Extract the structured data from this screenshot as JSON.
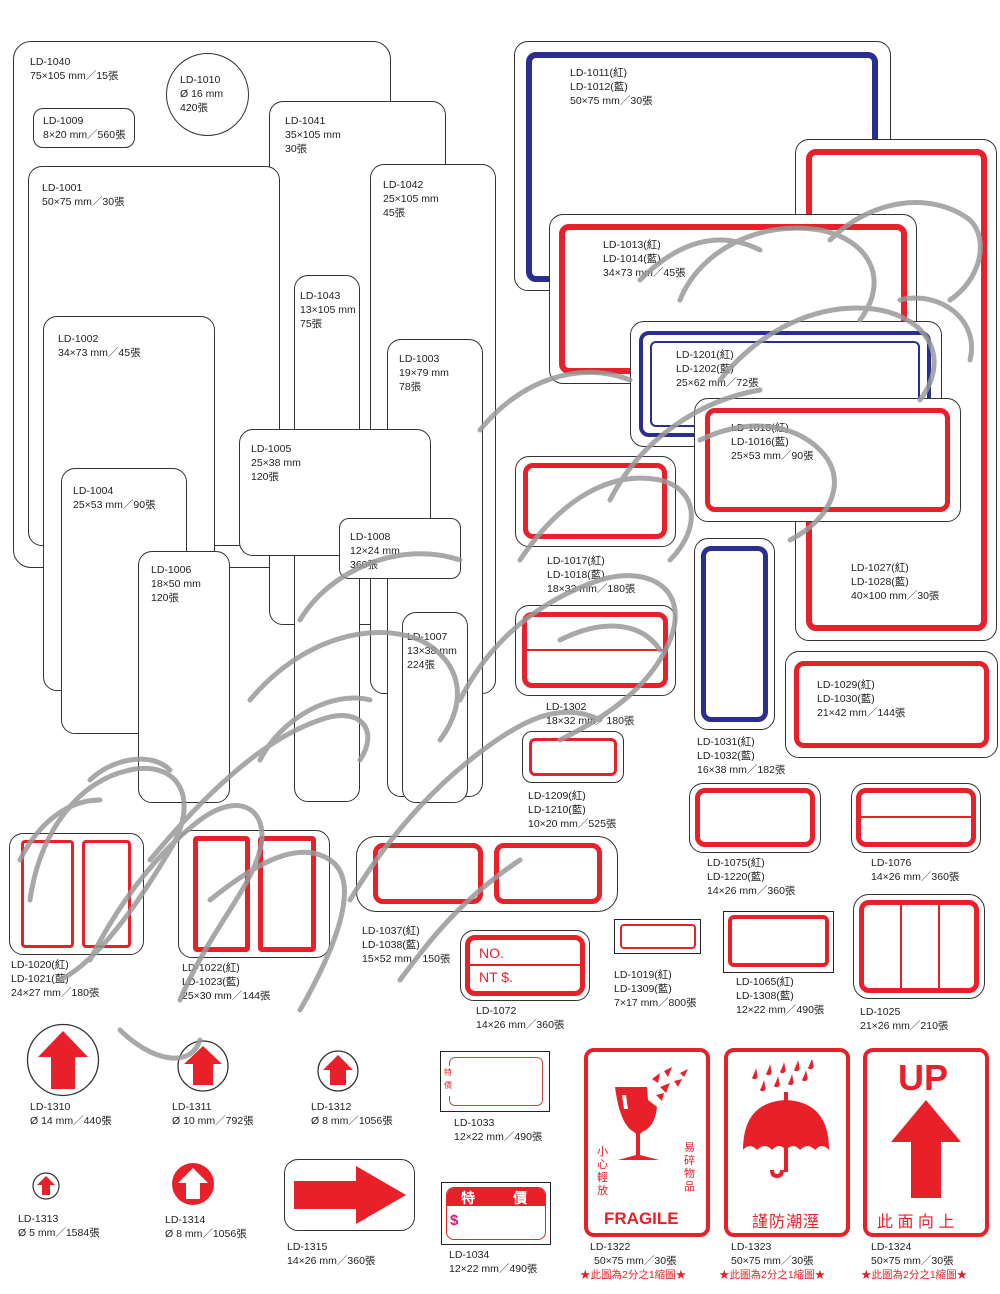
{
  "colors": {
    "red": "#e8202a",
    "blue": "#2a2f8f",
    "outline": "#333333",
    "watermark": "#9a9a9a"
  },
  "labels": {
    "ld1040": {
      "code": "LD-1040",
      "spec": "75×105 mm／15張"
    },
    "ld1010": {
      "code": "LD-1010",
      "size": "Ø 16 mm",
      "qty": "420張"
    },
    "ld1009": {
      "code": "LD-1009",
      "spec": "8×20 mm／560張"
    },
    "ld1041": {
      "code": "LD-1041",
      "size": "35×105 mm",
      "qty": "30張"
    },
    "ld1042": {
      "code": "LD-1042",
      "size": "25×105 mm",
      "qty": "45張"
    },
    "ld1001": {
      "code": "LD-1001",
      "spec": "50×75 mm／30張"
    },
    "ld1043": {
      "code": "LD-1043",
      "size": "13×105 mm",
      "qty": "75張"
    },
    "ld1002": {
      "code": "LD-1002",
      "spec": "34×73 mm／45張"
    },
    "ld1003": {
      "code": "LD-1003",
      "size": "19×79 mm",
      "qty": "78張"
    },
    "ld1005": {
      "code": "LD-1005",
      "size": "25×38 mm",
      "qty": "120張"
    },
    "ld1004": {
      "code": "LD-1004",
      "spec": "25×53 mm／90張"
    },
    "ld1008": {
      "code": "LD-1008",
      "size": "12×24 mm",
      "qty": "360張"
    },
    "ld1006": {
      "code": "LD-1006",
      "size": "18×50 mm",
      "qty": "120張"
    },
    "ld1007": {
      "code": "LD-1007",
      "size": "13×38 mm",
      "qty": "224張"
    },
    "ld1011": {
      "code1": "LD-1011(紅)",
      "code2": "LD-1012(藍)",
      "spec": "50×75 mm／30張"
    },
    "ld1013": {
      "code1": "LD-1013(紅)",
      "code2": "LD-1014(藍)",
      "spec": "34×73 mm／45張"
    },
    "ld1201": {
      "code1": "LD-1201(紅)",
      "code2": "LD-1202(藍)",
      "spec": "25×62 mm／72張"
    },
    "ld1015": {
      "code1": "LD-1015(紅)",
      "code2": "LD-1016(藍)",
      "spec": "25×53 mm／90張"
    },
    "ld1017": {
      "code1": "LD-1017(紅)",
      "code2": "LD-1018(藍)",
      "spec": "18×32 mm／180張"
    },
    "ld1027": {
      "code1": "LD-1027(紅)",
      "code2": "LD-1028(藍)",
      "spec": "40×100 mm／30張"
    },
    "ld1302": {
      "code": "LD-1302",
      "spec": "18×32 mm／180張"
    },
    "ld1029": {
      "code1": "LD-1029(紅)",
      "code2": "LD-1030(藍)",
      "spec": "21×42 mm／144張"
    },
    "ld1031": {
      "code1": "LD-1031(紅)",
      "code2": "LD-1032(藍)",
      "spec": "16×38 mm／182張"
    },
    "ld1209": {
      "code1": "LD-1209(紅)",
      "code2": "LD-1210(藍)",
      "spec": "10×20 mm／525張"
    },
    "ld1075": {
      "code1": "LD-1075(紅)",
      "code2": "LD-1220(藍)",
      "spec": "14×26 mm／360張"
    },
    "ld1076": {
      "code": "LD-1076",
      "spec": "14×26 mm／360張"
    },
    "ld1020": {
      "code1": "LD-1020(紅)",
      "code2": "LD-1021(藍)",
      "spec": "24×27 mm／180張"
    },
    "ld1022": {
      "code1": "LD-1022(紅)",
      "code2": "LD-1023(藍)",
      "spec": "25×30 mm／144張"
    },
    "ld1037": {
      "code1": "LD-1037(紅)",
      "code2": "LD-1038(藍)",
      "spec": "15×52 mm／150張"
    },
    "ld1072": {
      "code": "LD-1072",
      "spec": "14×26 mm／360張",
      "line1": "NO.",
      "line2": "NT $."
    },
    "ld1019": {
      "code1": "LD-1019(紅)",
      "code2": "LD-1309(藍)",
      "spec": "7×17 mm／800張"
    },
    "ld1065": {
      "code1": "LD-1065(紅)",
      "code2": "LD-1308(藍)",
      "spec": "12×22 mm／490張"
    },
    "ld1025": {
      "code": "LD-1025",
      "spec": "21×26 mm／210張"
    },
    "ld1310": {
      "code": "LD-1310",
      "spec": "Ø 14 mm／440張"
    },
    "ld1311": {
      "code": "LD-1311",
      "spec": "Ø 10 mm／792張"
    },
    "ld1312": {
      "code": "LD-1312",
      "spec": "Ø 8 mm／1056張"
    },
    "ld1033": {
      "code": "LD-1033",
      "spec": "12×22 mm／490張",
      "mark1": "特",
      "mark2": "價"
    },
    "ld1313": {
      "code": "LD-1313",
      "spec": "Ø 5 mm／1584張"
    },
    "ld1314": {
      "code": "LD-1314",
      "spec": "Ø 8 mm／1056張"
    },
    "ld1315": {
      "code": "LD-1315",
      "spec": "14×26 mm／360張"
    },
    "ld1034": {
      "code": "LD-1034",
      "spec": "12×22 mm／490張",
      "head1": "特",
      "head2": "價",
      "dollar": "$"
    },
    "ld1322": {
      "code": "LD-1322",
      "spec": "50×75 mm／30張",
      "note": "★此圖為2分之1縮圖★",
      "word": "FRAGILE",
      "left": "小心輕放",
      "right": "易碎物品"
    },
    "ld1323": {
      "code": "LD-1323",
      "spec": "50×75 mm／30張",
      "note": "★此圖為2分之1縮圖★",
      "word": "謹防潮溼"
    },
    "ld1324": {
      "code": "LD-1324",
      "spec": "50×75 mm／30張",
      "note": "★此圖為2分之1縮圖★",
      "word": "此 面 向 上",
      "up": "UP"
    }
  }
}
